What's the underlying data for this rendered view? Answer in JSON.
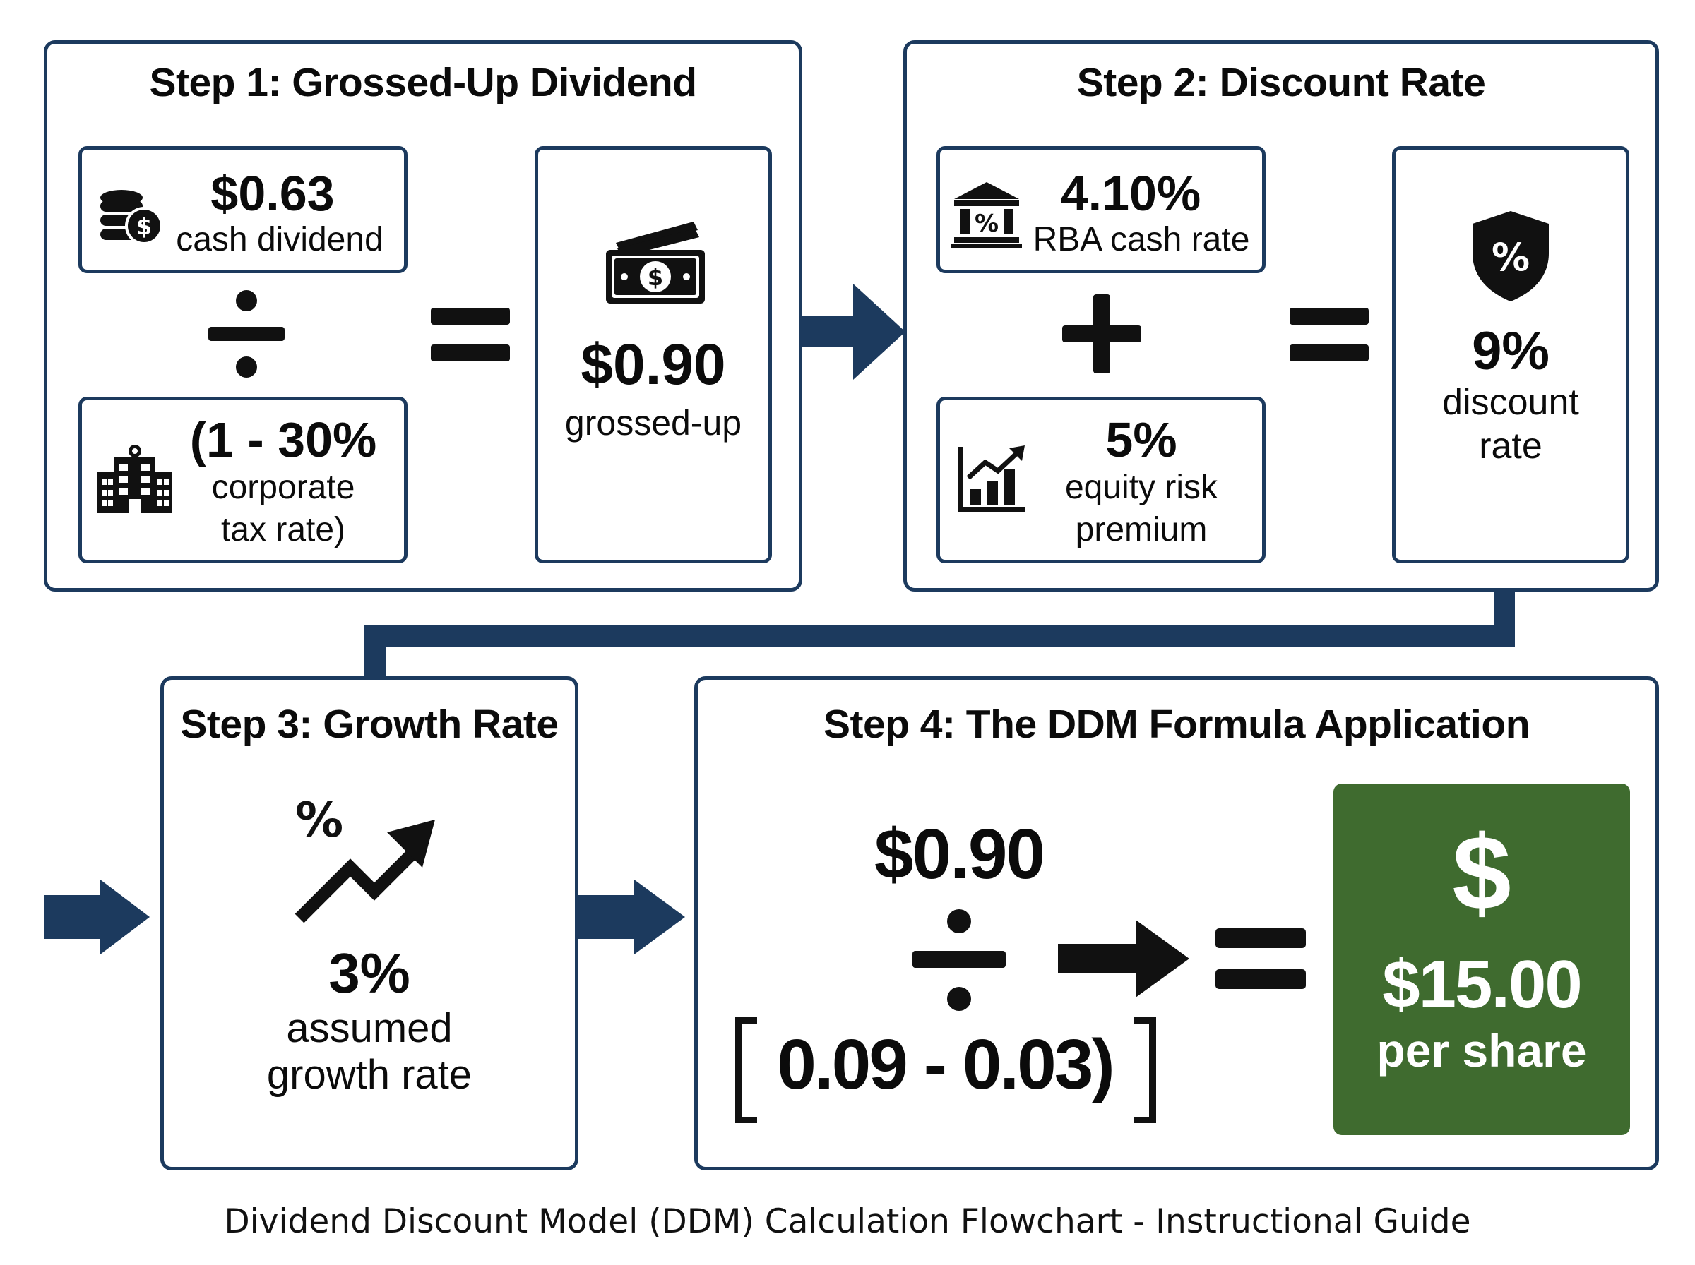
{
  "colors": {
    "navy": "#1c3a5e",
    "green": "#3f6b2f",
    "text": "#0b0b0b"
  },
  "step1": {
    "title": "Step 1: Grossed-Up Dividend",
    "cash_value": "$0.63",
    "cash_label": "cash dividend",
    "tax_line1": "(1 - 30%",
    "tax_line2": "corporate",
    "tax_line3": "tax rate)",
    "result_value": "$0.90",
    "result_label": "grossed-up"
  },
  "step2": {
    "title": "Step 2: Discount Rate",
    "rba_value": "4.10%",
    "rba_label": "RBA cash rate",
    "erp_value": "5%",
    "erp_line1": "equity risk",
    "erp_line2": "premium",
    "result_value": "9%",
    "result_line1": "discount",
    "result_line2": "rate"
  },
  "step3": {
    "title": "Step 3: Growth Rate",
    "value": "3%",
    "line1": "assumed",
    "line2": "growth rate"
  },
  "step4": {
    "title": "Step 4: The DDM Formula Application",
    "numerator": "$0.90",
    "denominator": "0.09 - 0.03)",
    "result_symbol": "$",
    "result_value": "$15.00",
    "result_label": "per share"
  },
  "caption": "Dividend Discount Model (DDM) Calculation Flowchart - Instructional Guide",
  "icons": [
    "coins-dollar-icon",
    "building-icon",
    "cash-banknote-icon",
    "bank-percent-icon",
    "growth-chart-icon",
    "shield-percent-icon",
    "percent-trend-arrow-icon"
  ]
}
